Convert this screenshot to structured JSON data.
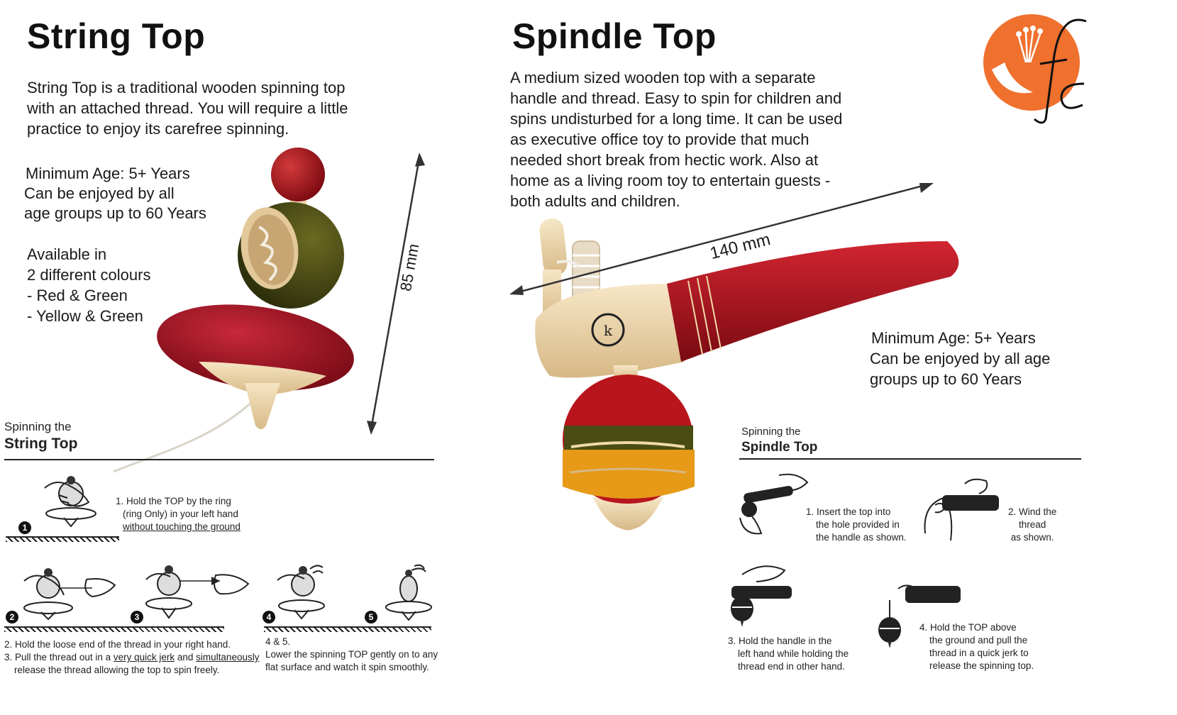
{
  "string_top": {
    "title": "String Top",
    "description": [
      "String Top is a traditional wooden spinning top",
      "with an attached thread. You will require a little",
      "practice to enjoy its carefree spinning."
    ],
    "age": [
      "Minimum Age: 5+ Years",
      "Can be enjoyed by all",
      "age groups up to 60 Years"
    ],
    "colours": [
      "Available in",
      "2 different colours",
      "- Red & Green",
      "- Yellow & Green"
    ],
    "dimension": "85 mm",
    "instructions_heading_small": "Spinning the",
    "instructions_heading_big": "String Top",
    "step1": {
      "line1": "1. Hold the TOP by the ring",
      "line2": "(ring Only) in your left hand",
      "line3": "without touching the ground"
    },
    "step2_3": {
      "line1": "2. Hold the loose end of the thread in your right hand.",
      "line2_a": "3. Pull the thread out in a ",
      "line2_b": "very quick jerk",
      "line2_c": " and ",
      "line2_d": "simultaneously",
      "line3": "release the thread allowing the top to spin freely."
    },
    "step4_5": {
      "line1": "4 & 5.",
      "line2": "Lower the spinning TOP gently on to any",
      "line3": "flat surface and watch it spin smoothly."
    },
    "badges": [
      "1",
      "2",
      "3",
      "4",
      "5"
    ]
  },
  "spindle_top": {
    "title": "Spindle Top",
    "description": [
      "A medium sized wooden top with a separate",
      "handle and thread. Easy to spin for children and",
      "spins undisturbed for a long time. It can be used",
      "as executive office toy to provide that much",
      "needed short break from hectic work. Also at",
      "home as a living room toy to entertain guests -",
      "both adults and children."
    ],
    "dimension": "140 mm",
    "age": [
      "Minimum Age: 5+ Years",
      "Can be enjoyed by all  age",
      "groups up to 60 Years"
    ],
    "instructions_heading_small": "Spinning the",
    "instructions_heading_big": "Spindle Top",
    "step1": [
      "1. Insert the top into",
      "the hole provided in",
      "the handle as shown."
    ],
    "step2": [
      "2. Wind the",
      "thread",
      "as shown."
    ],
    "step3": [
      "3. Hold the handle in the",
      "left hand while holding the",
      "thread end in other hand."
    ],
    "step4": [
      "4. Hold the TOP above",
      "the  ground and pull the",
      "thread in a quick jerk to",
      "release the spinning top."
    ]
  },
  "logo": {
    "icon": "fc-logo-icon",
    "accent": "#f0702e"
  },
  "colors": {
    "red": "#b3121c",
    "green": "#4f5016",
    "yellow": "#e69a17",
    "wood": "#f1dcb5"
  }
}
